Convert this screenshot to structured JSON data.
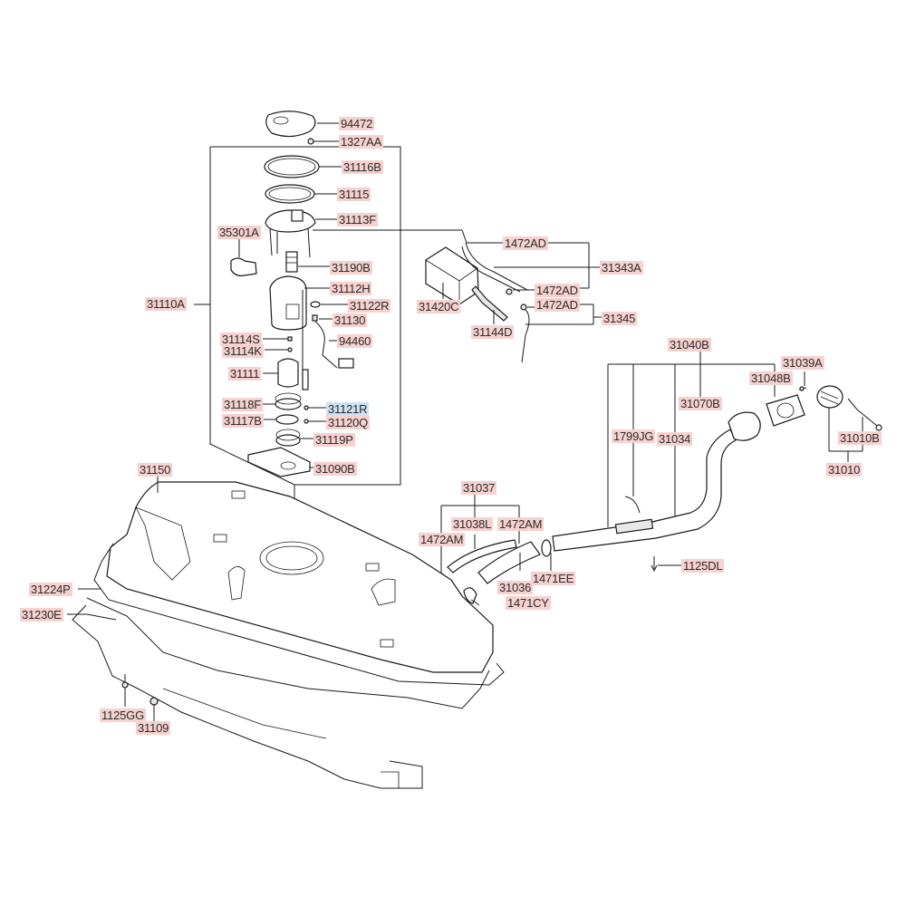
{
  "diagram": {
    "title": "Fuel tank & fuel pump assembly exploded view",
    "label_color": "#f6d1cf",
    "highlight_color": "#cfe0f3",
    "highlighted_part": "31121R",
    "labels": {
      "l94472": "94472",
      "l1327AA": "1327AA",
      "l31116B": "31116B",
      "l31115": "31115",
      "l31113F": "31113F",
      "l35301A": "35301A",
      "l31190B": "31190B",
      "l31110A": "31110A",
      "l31112H": "31112H",
      "l31122R": "31122R",
      "l31130": "31130",
      "l31114S": "31114S",
      "l31114K": "31114K",
      "l94460": "94460",
      "l31111": "31111",
      "l31118F": "31118F",
      "l31121R": "31121R",
      "l31117B": "31117B",
      "l31120Q": "31120Q",
      "l31119P": "31119P",
      "l31090B": "31090B",
      "l1472AD_a": "1472AD",
      "l31343A": "31343A",
      "l1472AD_b": "1472AD",
      "l31420C": "31420C",
      "l1472AD_c": "1472AD",
      "l31345": "31345",
      "l31144D": "31144D",
      "l31040B": "31040B",
      "l31039A": "31039A",
      "l31048B": "31048B",
      "l31070B": "31070B",
      "l1799JG": "1799JG",
      "l31034": "31034",
      "l31010B": "31010B",
      "l31010": "31010",
      "l31150": "31150",
      "l31037": "31037",
      "l31038L": "31038L",
      "l1472AM_a": "1472AM",
      "l1472AM_b": "1472AM",
      "l1471EE": "1471EE",
      "l31036": "31036",
      "l1471CY": "1471CY",
      "l1125DL": "1125DL",
      "l31224P": "31224P",
      "l31230E": "31230E",
      "l1125GG": "1125GG",
      "l31109": "31109"
    }
  }
}
